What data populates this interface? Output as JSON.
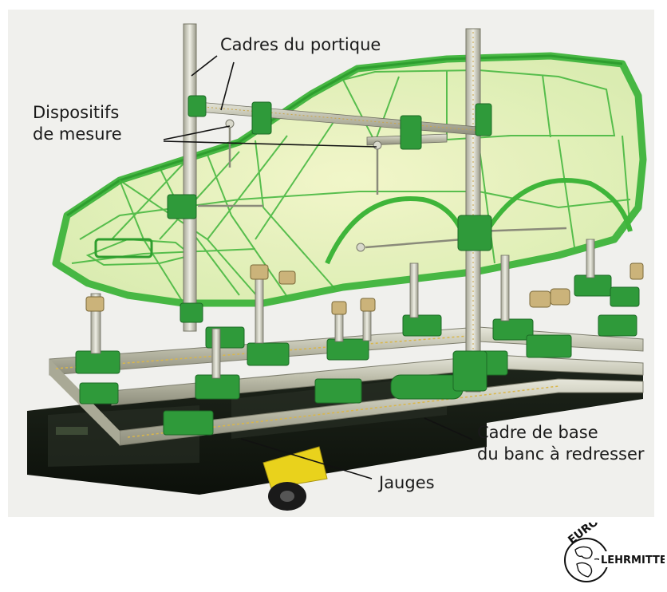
{
  "labels": {
    "gantry_frames": "Cadres du portique",
    "measuring_devices_line1": "Dispositifs",
    "measuring_devices_line2": "de mesure",
    "base_frame_line1": "Cadre de base",
    "base_frame_line2": "du banc à redresser",
    "gauges": "Jauges"
  },
  "logo": {
    "text_top": "EUROPA",
    "text_right": "LEHRMITTEL"
  },
  "colors": {
    "wireframe_green": "#3fb53a",
    "equipment_green": "#2f9a3a",
    "base_black": "#151a14",
    "rail_metal": "#c8c8b8",
    "wheel_yellow": "#e9d21c",
    "backdrop": "#f0f0ed"
  }
}
